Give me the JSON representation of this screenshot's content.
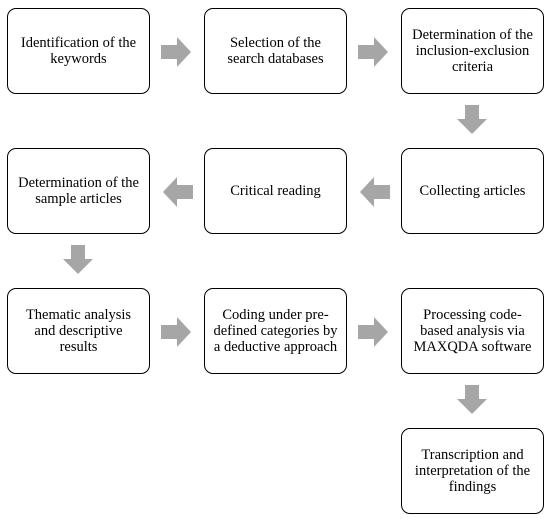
{
  "steps": {
    "s1": "Identification of the keywords",
    "s2": "Selection of the search databases",
    "s3": "Determination of the inclusion-exclusion criteria",
    "s4": "Collecting articles",
    "s5": "Critical reading",
    "s6": "Determination of the sample articles",
    "s7": "Thematic analysis and descriptive results",
    "s8": "Coding under pre-defined categories by a deductive approach",
    "s9": "Processing code-based analysis via MAXQDA software",
    "s10": "Transcription and interpretation of the findings"
  },
  "colors": {
    "arrow": "#a6a6a6",
    "border": "#000000",
    "text": "#000000"
  }
}
